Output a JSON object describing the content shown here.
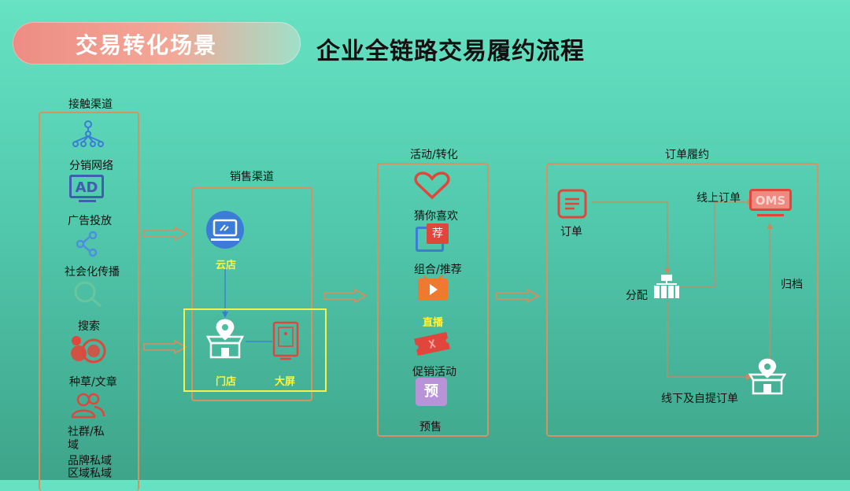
{
  "header": {
    "scene_title": "交易转化场景",
    "main_title": "企业全链路交易履约流程"
  },
  "touch_channels": {
    "title": "接触渠道",
    "items": [
      "分销网络",
      "广告投放",
      "社会化传播",
      "搜索",
      "种草/文章",
      "社群/私\n域",
      "品牌私域",
      "区域私域"
    ],
    "ad_icon_text": "AD"
  },
  "sales_channels": {
    "title": "销售渠道",
    "cloud_store": "云店",
    "store": "门店",
    "big_screen": "大屏"
  },
  "activity": {
    "title": "活动/转化",
    "items": [
      "猜你喜欢",
      "组合/推荐",
      "直播",
      "促销活动",
      "预售"
    ],
    "recommend_badge": "荐",
    "presale_badge": "预"
  },
  "fulfillment": {
    "title": "订单履约",
    "order": "订单",
    "distribute": "分配",
    "online_order": "线上订单",
    "oms": "OMS",
    "archive": "归档",
    "offline_order": "线下及自提订单"
  },
  "colors": {
    "box_border": "#d59262",
    "highlight": "#f5f04a",
    "icon_blue": "#3a7cd6",
    "icon_red": "#e0463c"
  }
}
